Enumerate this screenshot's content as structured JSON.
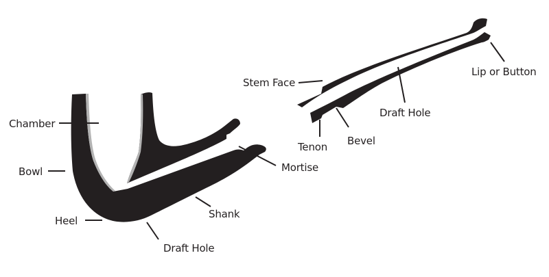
{
  "diagram": {
    "subject": "Tobacco pipe anatomy",
    "colors": {
      "fill": "#231f20",
      "lining": "#b3b3b3",
      "background": "#ffffff",
      "text": "#231f20"
    },
    "stock_labels": {
      "chamber": "Chamber",
      "bowl": "Bowl",
      "heel": "Heel",
      "draft_hole": "Draft Hole",
      "shank": "Shank",
      "mortise": "Mortise"
    },
    "stem_labels": {
      "stem_face": "Stem Face",
      "tenon": "Tenon",
      "bevel": "Bevel",
      "draft_hole": "Draft Hole",
      "lip_or_button": "Lip or Button"
    }
  }
}
